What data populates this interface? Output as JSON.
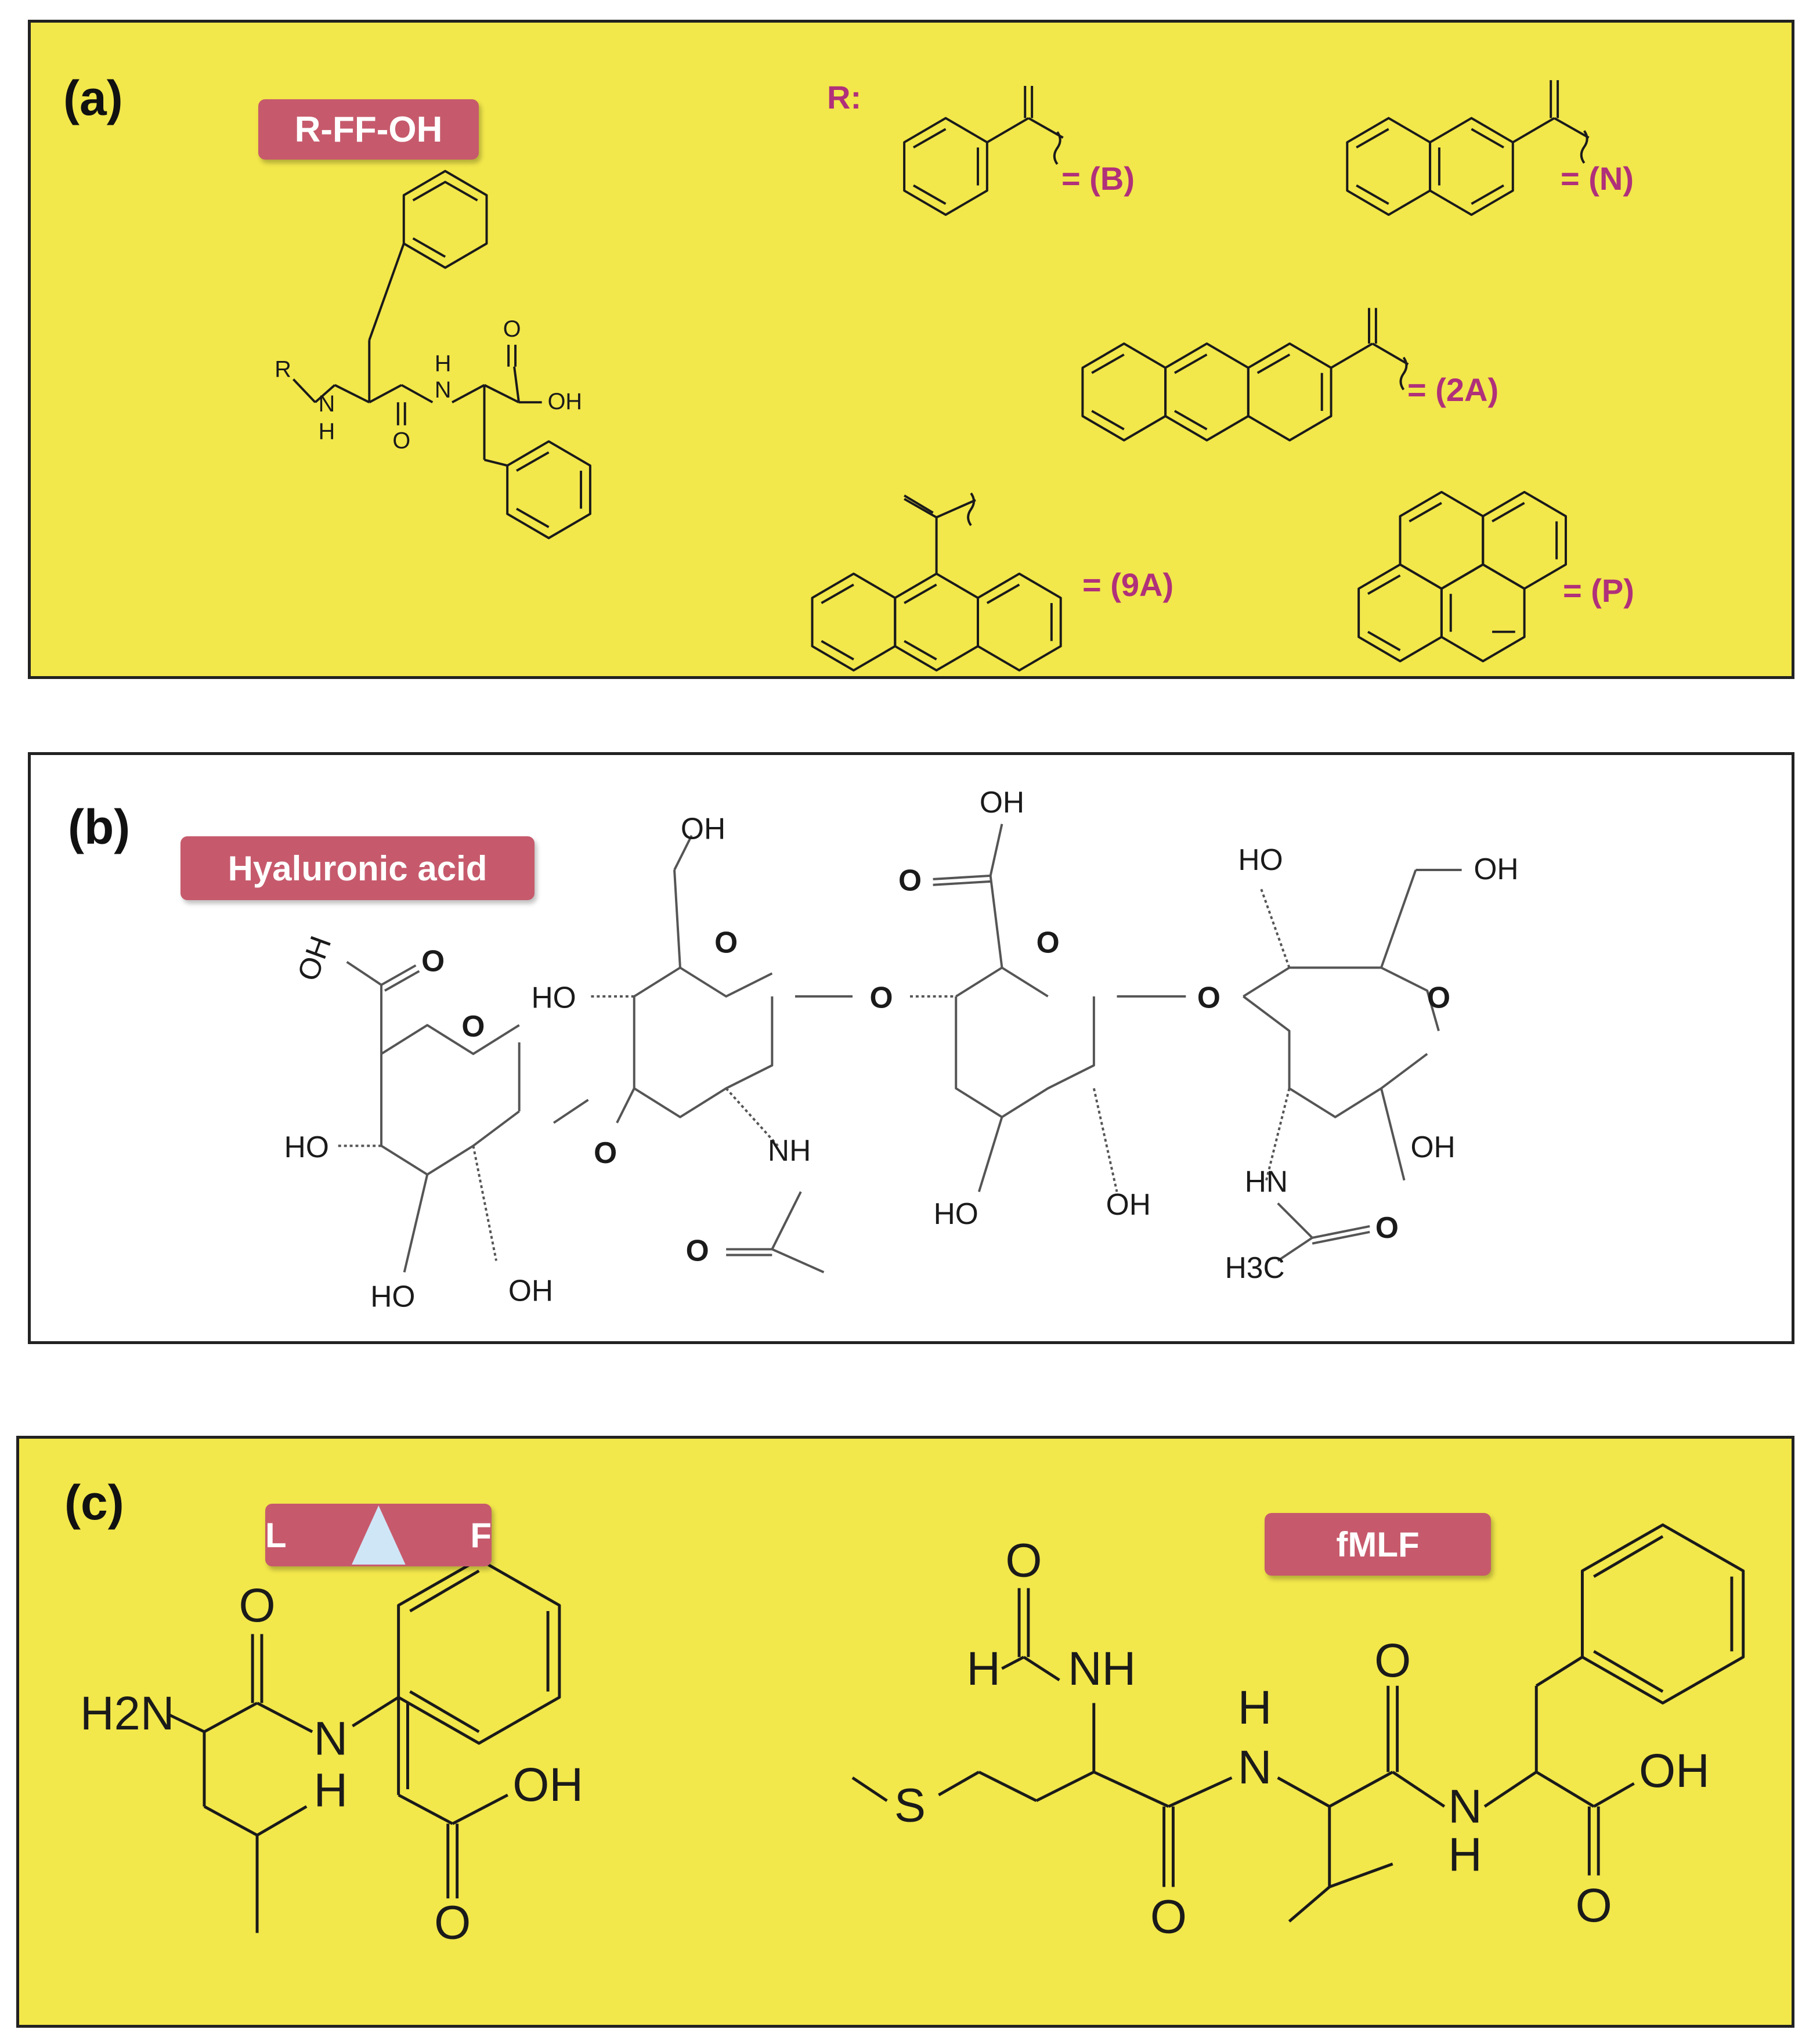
{
  "panels": {
    "a": {
      "label": "(a)",
      "tag": "R-FF-OH",
      "r_prefix": "R:",
      "substituents": [
        "= (B)",
        "= (N)",
        "= (2A)",
        "= (9A)",
        "= (P)"
      ],
      "atoms": {
        "r": "R",
        "nh_n": "N",
        "nh_h": "H",
        "o1": "O",
        "h_top": "H",
        "n_mid": "N",
        "o2": "O",
        "oh": "OH"
      }
    },
    "b": {
      "label": "(b)",
      "tag": "Hyaluronic acid",
      "atoms": {
        "oh_acid1": "OH",
        "o_acid1": "O",
        "ring_o1": "O",
        "ho1": "HO",
        "ho2": "HO",
        "oh2": "OH",
        "link_o1": "O",
        "oh_ch2": "OH",
        "ring_o2": "O",
        "ho3": "HO",
        "nh1": "NH",
        "o_acetyl1": "O",
        "link_o2": "O",
        "oh_acid2": "OH",
        "o_acid2": "O",
        "ring_o3": "O",
        "ho4": "HO",
        "oh4": "OH",
        "link_o3": "O",
        "ho5": "HO",
        "oh_ch2b": "OH",
        "ring_o4": "O",
        "hn2": "HN",
        "o_acetyl2": "O",
        "h3c": "H3C",
        "oh5": "OH"
      }
    },
    "c": {
      "label": "(c)",
      "tag_left_a": "L",
      "tag_left_b": "F",
      "tag_right": "fMLF",
      "atoms_left": {
        "o_top": "O",
        "h2n": "H2N",
        "nh_n": "N",
        "nh_h": "H",
        "oh": "OH",
        "o_bot": "O"
      },
      "atoms_right": {
        "o_formyl": "O",
        "h_formyl": "H",
        "nh_formyl": "NH",
        "s": "S",
        "o_met": "O",
        "h_leu": "H",
        "n_leu": "N",
        "o_leu": "O",
        "n_phe": "N",
        "h_phe": "H",
        "oh": "OH",
        "o_phe": "O"
      }
    }
  },
  "colors": {
    "panel_yellow": "#f2e74b",
    "tag_pink": "#c65a6c",
    "sub_text": "#b0307a",
    "line": "#1a1a1a"
  }
}
